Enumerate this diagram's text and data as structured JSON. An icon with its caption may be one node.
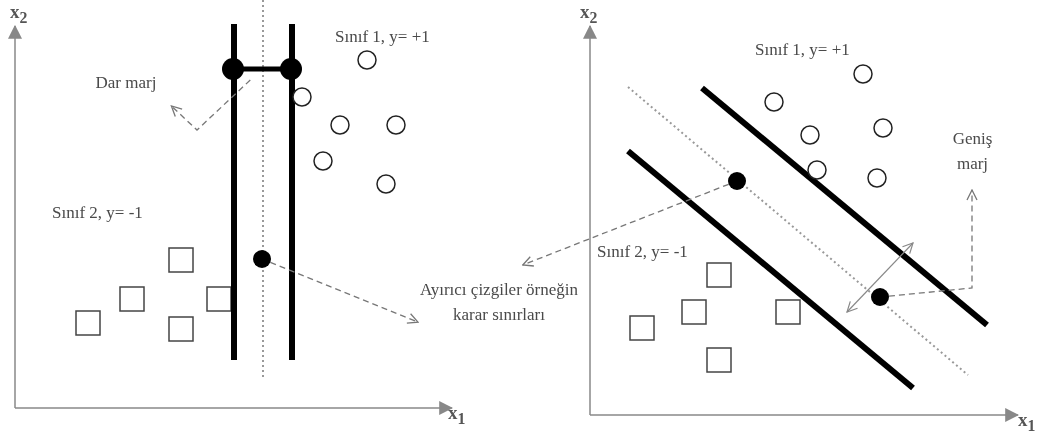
{
  "diagram": {
    "nodes": [
      {
        "text": [],
        "shape": "bar"
      },
      {
        "text": [
          "Dar marj"
        ]
      },
      {
        "text": [],
        "shape": "circle"
      },
      {
        "text": [
          "Ayırıcı çizgiler örneğin karar sınırları"
        ]
      },
      {
        "text": [],
        "shape": "circle"
      },
      {
        "text": [
          "Geniş marj"
        ]
      },
      {
        "text": [],
        "shape": "circle"
      }
    ],
    "edges": [
      {
        "from": 0,
        "to": 1,
        "arrow": "to",
        "style": "dashed"
      },
      {
        "from": 2,
        "to": 3,
        "arrow": "to",
        "style": "dashed"
      },
      {
        "from": 4,
        "to": 3,
        "arrow": "to",
        "style": "dashed"
      },
      {
        "from": 6,
        "to": 5,
        "arrow": "to",
        "style": "dashed"
      }
    ],
    "labels": [
      "x$_{2}$",
      "Sınıf 1, y= +1",
      "x$_{2}$",
      "Sınıf 1, y= +1",
      "Sınıf 2, y= -1",
      "Sınıf 2, y= -1",
      "x$_{1}$",
      "x$_{1}$"
    ]
  }
}
